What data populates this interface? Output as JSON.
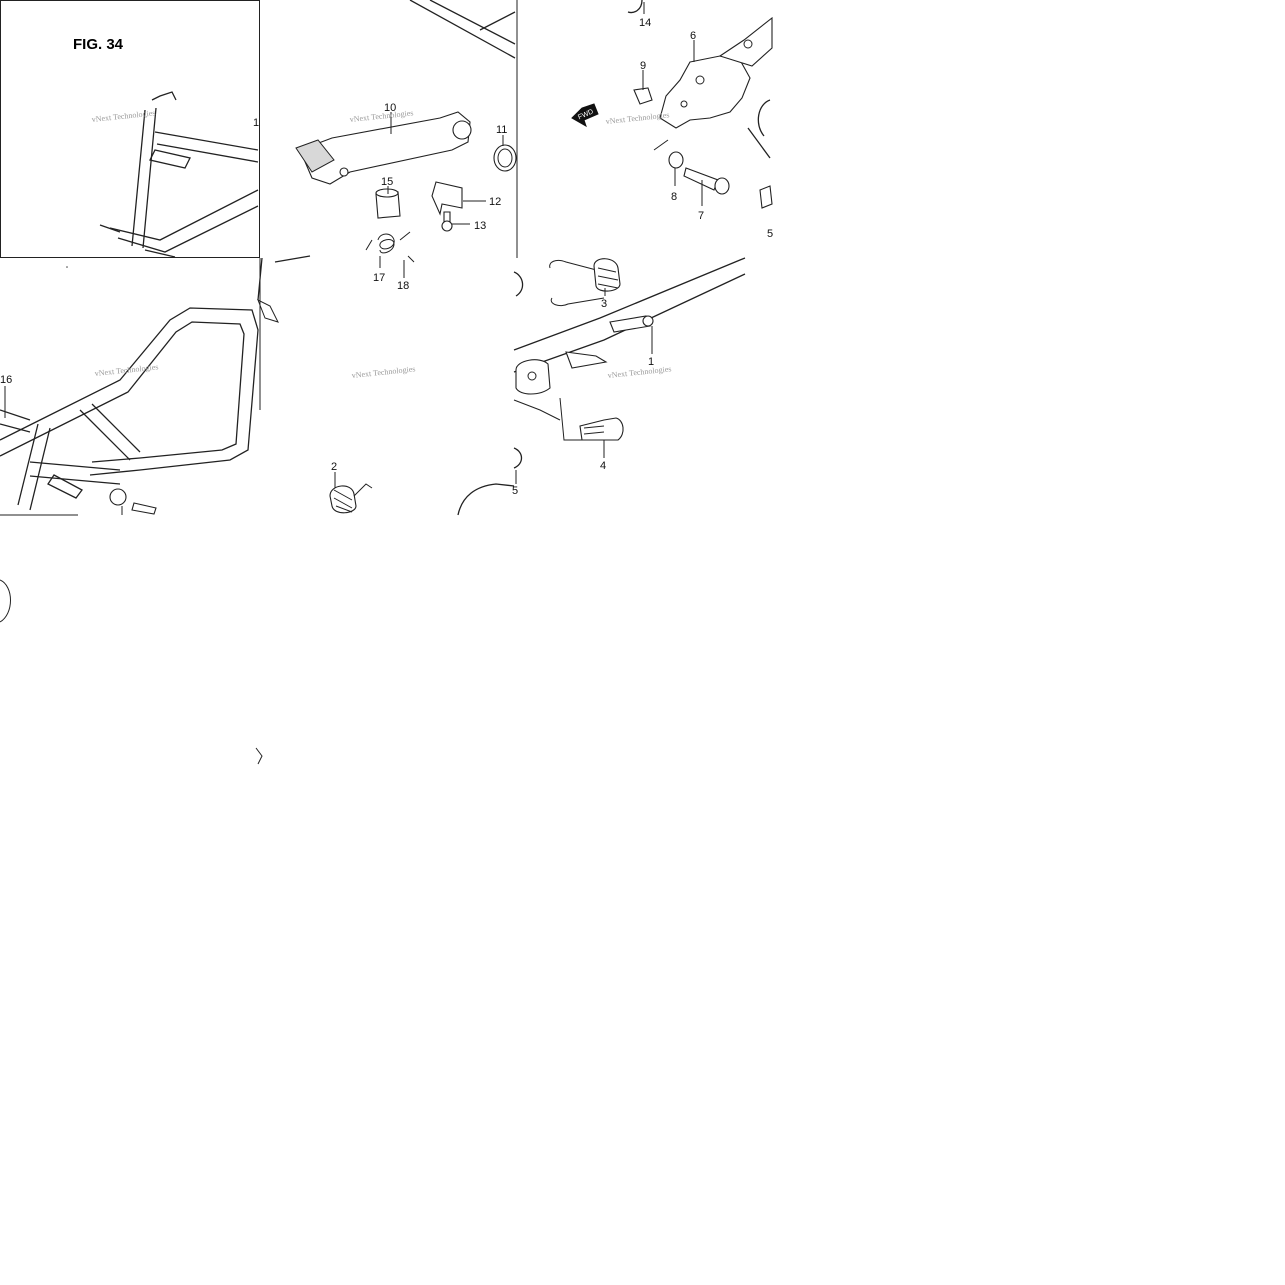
{
  "figure": {
    "title": "FIG. 34"
  },
  "watermark": {
    "text": "vNext Technologies"
  },
  "arrow": {
    "label": "FWD"
  },
  "part_numbers": {
    "p1": "1",
    "p2": "2",
    "p3": "3",
    "p4": "4",
    "p5": "5",
    "p5b": "5",
    "p6": "6",
    "p7": "7",
    "p8": "8",
    "p9": "9",
    "p10": "10",
    "p11": "11",
    "p12": "12",
    "p13": "13",
    "p14": "14",
    "p15": "15",
    "p16": "16",
    "p17": "17",
    "p18": "18",
    "p1b": "1"
  },
  "colors": {
    "ink": "#222222",
    "watermark": "#9a9a9a",
    "background": "#ffffff"
  }
}
